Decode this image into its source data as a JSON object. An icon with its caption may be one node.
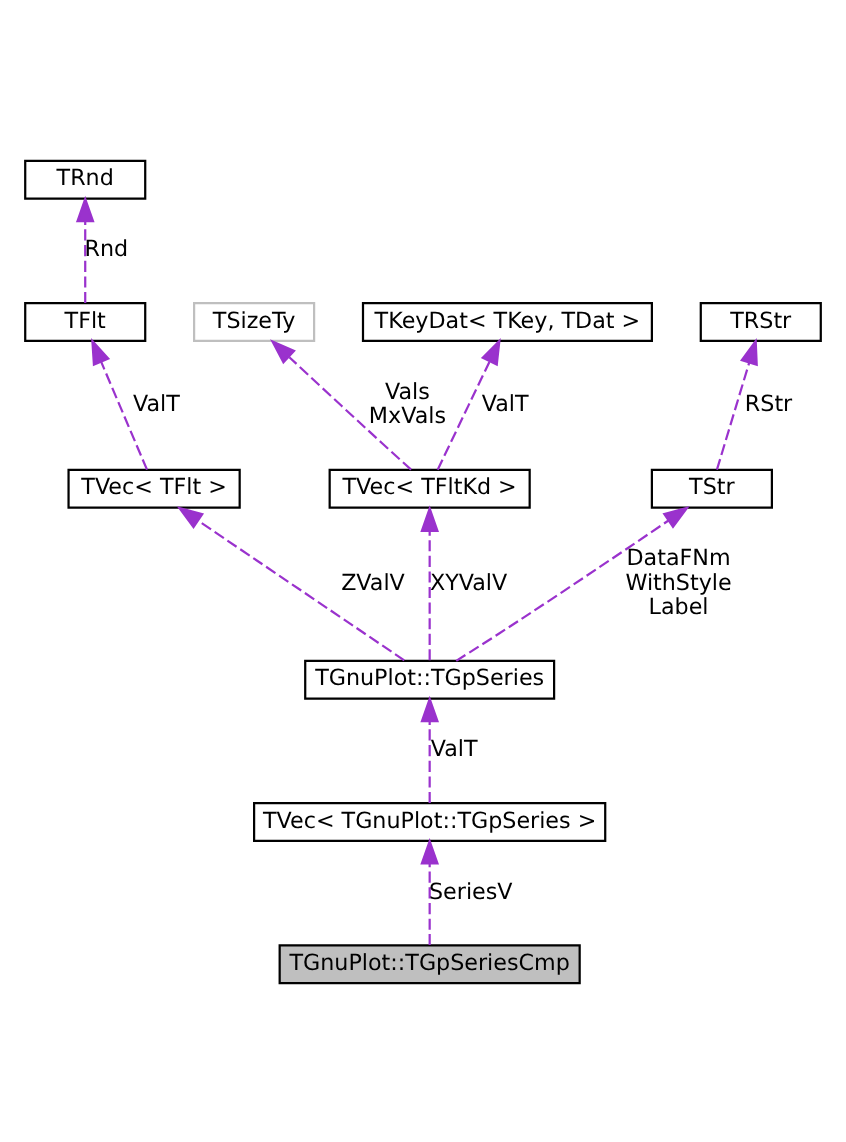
{
  "diagram": {
    "nodes": [
      {
        "text": [
          "TRnd"
        ]
      },
      {
        "text": [
          "TFlt"
        ]
      },
      {
        "text": [
          "TSizeTy"
        ]
      },
      {
        "text": [
          "TKeyDat< TKey, TDat >"
        ]
      },
      {
        "text": [
          "TRStr"
        ]
      },
      {
        "text": [
          "TVec< TFlt >"
        ]
      },
      {
        "text": [
          "TVec< TFltKd >"
        ]
      },
      {
        "text": [
          "TStr"
        ]
      },
      {
        "text": [
          "TGnuPlot::TGpSeries"
        ]
      },
      {
        "text": [
          "TVec< TGnuPlot::TGpSeries >"
        ]
      },
      {
        "text": [
          "TGnuPlot::TGpSeriesCmp"
        ]
      }
    ],
    "edges": [
      {
        "from": 1,
        "to": 0,
        "arrow": "to",
        "label": "Rnd",
        "style": "dashed"
      },
      {
        "from": 5,
        "to": 1,
        "arrow": "to",
        "label": "ValT",
        "style": "dashed"
      },
      {
        "from": 6,
        "to": 2,
        "arrow": "to",
        "label": "Vals MxVals",
        "style": "dashed"
      },
      {
        "from": 6,
        "to": 3,
        "arrow": "to",
        "label": "ValT",
        "style": "dashed"
      },
      {
        "from": 7,
        "to": 4,
        "arrow": "to",
        "label": "RStr",
        "style": "dashed"
      },
      {
        "from": 8,
        "to": 5,
        "arrow": "to",
        "label": "ZValV",
        "style": "dashed"
      },
      {
        "from": 8,
        "to": 6,
        "arrow": "to",
        "label": "XYValV",
        "style": "dashed"
      },
      {
        "from": 8,
        "to": 7,
        "arrow": "to",
        "label": "DataFNm WithStyle Label",
        "style": "dashed"
      },
      {
        "from": 9,
        "to": 8,
        "arrow": "to",
        "label": "ValT",
        "style": "dashed"
      },
      {
        "from": 10,
        "to": 9,
        "arrow": "to",
        "label": "SeriesV",
        "style": "dashed"
      }
    ]
  }
}
